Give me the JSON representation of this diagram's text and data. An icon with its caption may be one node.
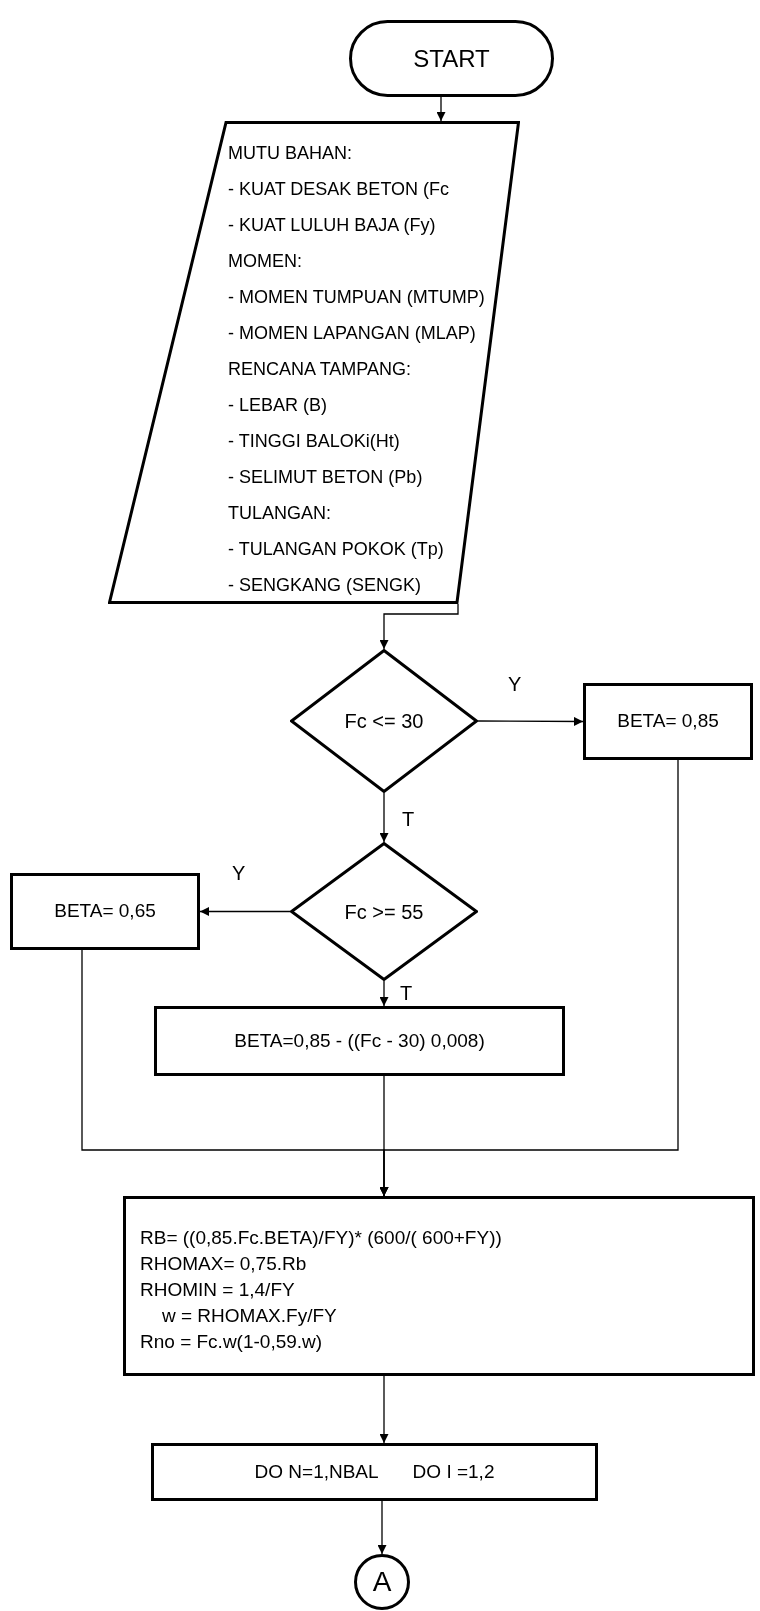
{
  "diagram": {
    "nodes": [
      {
        "text": [
          "START"
        ]
      },
      {
        "text": [
          "MUTU BAHAN:",
          "- KUAT DESAK BETON (Fc",
          "- KUAT LULUH BAJA (Fy)",
          "MOMEN:",
          "- MOMEN TUMPUAN (MTUMP)",
          "- MOMEN LAPANGAN (MLAP)",
          "RENCANA TAMPANG:",
          "- LEBAR (B)",
          "- TINGGI BALOKi(Ht)",
          "- SELIMUT BETON (Pb)",
          "TULANGAN:",
          "- TULANGAN POKOK (Tp)",
          "- SENGKANG (SENGK)"
        ]
      },
      {
        "text": [
          "Fc <= 30"
        ]
      },
      {
        "text": [
          "BETA= 0,85"
        ]
      },
      {
        "text": [
          "Fc >= 55"
        ]
      },
      {
        "text": [
          "BETA= 0,65"
        ]
      },
      {
        "text": [
          "BETA=0,85 - ((Fc - 30) 0,008)"
        ]
      },
      {
        "text": [
          "RB= ((0,85.Fc.BETA)/FY)* (600/( 600+FY))",
          "RHOMAX= 0,75.Rb",
          "RHOMIN = 1,4/FY",
          "w = RHOMAX.Fy/FY",
          "Rno = Fc.w(1-0,59.w)"
        ]
      },
      {
        "text": [
          "DO N=1,NBAL",
          "DO I =1,2"
        ]
      },
      {
        "text": [
          "A"
        ]
      }
    ],
    "edges": [
      {
        "from": 0,
        "to": 1,
        "arrow": "to"
      },
      {
        "from": 1,
        "to": 2,
        "arrow": "to"
      },
      {
        "from": 2,
        "to": 3,
        "arrow": "to",
        "label": "Y"
      },
      {
        "from": 2,
        "to": 4,
        "arrow": "to",
        "label": "T"
      },
      {
        "from": 4,
        "to": 5,
        "arrow": "to",
        "label": "Y"
      },
      {
        "from": 4,
        "to": 6,
        "arrow": "to",
        "label": "T"
      },
      {
        "from": 5,
        "to": 7,
        "arrow": "to"
      },
      {
        "from": 3,
        "to": 7,
        "arrow": "to"
      },
      {
        "from": 6,
        "to": 7,
        "arrow": "to"
      },
      {
        "from": 7,
        "to": 8,
        "arrow": "to"
      },
      {
        "from": 8,
        "to": 9,
        "arrow": "to"
      }
    ]
  }
}
